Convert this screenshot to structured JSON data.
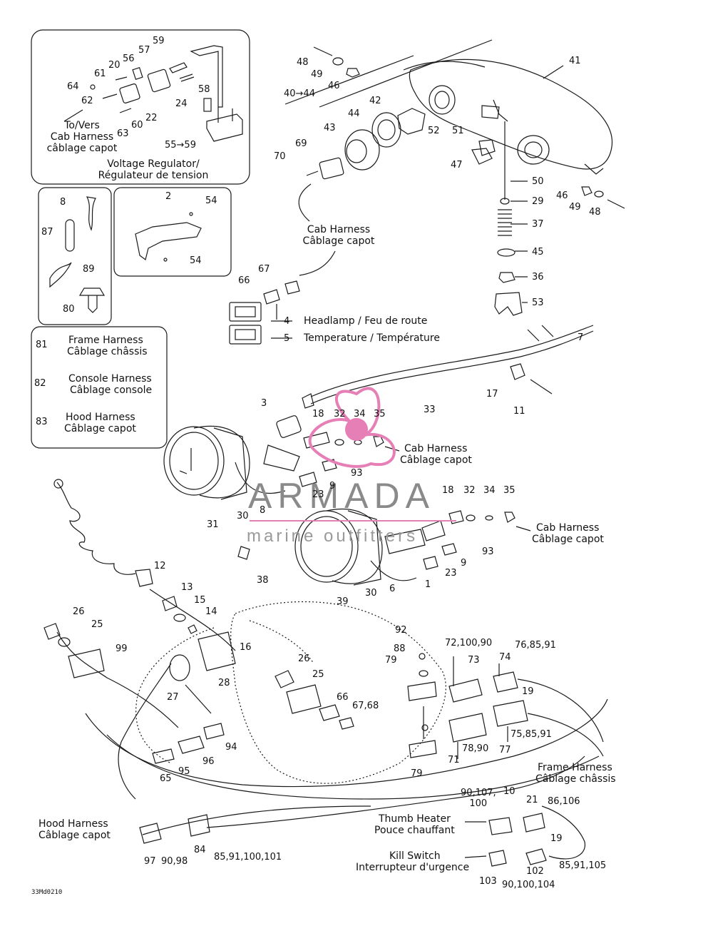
{
  "colors": {
    "line": "#1a1a1a",
    "watermark_pink": "#e77fb7",
    "watermark_gray": "#8a8a8a"
  },
  "watermark": {
    "word": "ARMADA",
    "sub": "marine outfitters"
  },
  "ref_code": "33Md0210",
  "voltage_box": {
    "to": "To/Vers",
    "cab": "Cab Harness",
    "cab_fr": "câblage capot",
    "vreg": "Voltage Regulator/",
    "vreg_fr": "Régulateur de tension"
  },
  "legend_box": {
    "r81_num": "81",
    "r81_en": "Frame Harness",
    "r81_fr": "Câblage châssis",
    "r82_num": "82",
    "r82_en": "Console Harness",
    "r82_fr": "Câblage console",
    "r83_num": "83",
    "r83_en": "Hood Harness",
    "r83_fr": "Câblage capot"
  },
  "captions": {
    "cab1_en": "Cab Harness",
    "cab1_fr": "Câblage capot",
    "cab2_en": "Cab Harness",
    "cab2_fr": "Câblage capot",
    "cab3_en": "Cab Harness",
    "cab3_fr": "Câblage capot",
    "headlamp": "Headlamp / Feu de route",
    "temperature": "Temperature / Température",
    "frame_en": "Frame Harness",
    "frame_fr": "Câblage châssis",
    "hood_en": "Hood Harness",
    "hood_fr": "Câblage capot",
    "thumb_en": "Thumb Heater",
    "thumb_fr": "Pouce chauffant",
    "kill_en": "Kill Switch",
    "kill_fr": "Interrupteur d'urgence"
  },
  "labels": {
    "l59": "59",
    "l57": "57",
    "l56": "56",
    "l20": "20",
    "l61": "61",
    "l64": "64",
    "l62": "62",
    "l58": "58",
    "l24": "24",
    "l22": "22",
    "l60": "60",
    "l63": "63",
    "l55_59": "55→59",
    "l8": "8",
    "l87": "87",
    "l89": "89",
    "l80": "80",
    "l2": "2",
    "l54a": "54",
    "l54b": "54",
    "l48a": "48",
    "l49a": "49",
    "l46a": "46",
    "l40_44": "40→44",
    "l41": "41",
    "l42": "42",
    "l44": "44",
    "l43": "43",
    "l52": "52",
    "l51": "51",
    "l69": "69",
    "l70": "70",
    "l47": "47",
    "l50": "50",
    "l46b": "46",
    "l29": "29",
    "l49b": "49",
    "l48b": "48",
    "l37": "37",
    "l45": "45",
    "l36": "36",
    "l53": "53",
    "l67a": "67",
    "l66a": "66",
    "l4": "4",
    "l5": "5",
    "l7": "7",
    "l17": "17",
    "l11": "11",
    "l33": "33",
    "l3": "3",
    "l18a": "18",
    "l32a": "32",
    "l34a": "34",
    "l35a": "35",
    "l93a": "93",
    "l9a": "9",
    "l23a": "23",
    "l8b": "8",
    "l31": "31",
    "l30a": "30",
    "l18b": "18",
    "l32b": "32",
    "l34b": "34",
    "l35b": "35",
    "l93b": "93",
    "l9b": "9",
    "l23b": "23",
    "l1": "1",
    "l6": "6",
    "l30b": "30",
    "l39": "39",
    "l38": "38",
    "l12": "12",
    "l13": "13",
    "l15": "15",
    "l14": "14",
    "l16": "16",
    "l26a": "26",
    "l25a": "25",
    "l99": "99",
    "l27": "27",
    "l28": "28",
    "l26b": "26",
    "l25b": "25",
    "l66b": "66",
    "l67_68": "67,68",
    "l94": "94",
    "l96": "96",
    "l95": "95",
    "l65": "65",
    "l92": "92",
    "l88": "88",
    "l79a": "79",
    "l79b": "79",
    "l72_100_90": "72,100,90",
    "l73": "73",
    "l74": "74",
    "l76_85_91": "76,85,91",
    "l19a": "19",
    "l75_85_91": "75,85,91",
    "l77": "77",
    "l78_90": "78,90",
    "l71": "71",
    "l90_107_100": "90,107,\n100",
    "l10": "10",
    "l21": "21",
    "l86_106": "86,106",
    "l19b": "19",
    "l102": "102",
    "l85_91_105": "85,91,105",
    "l103": "103",
    "l90_100_104": "90,100,104",
    "l97": "97",
    "l90_98": "90,98",
    "l84": "84",
    "l85_91_100_101": "85,91,100,101"
  }
}
